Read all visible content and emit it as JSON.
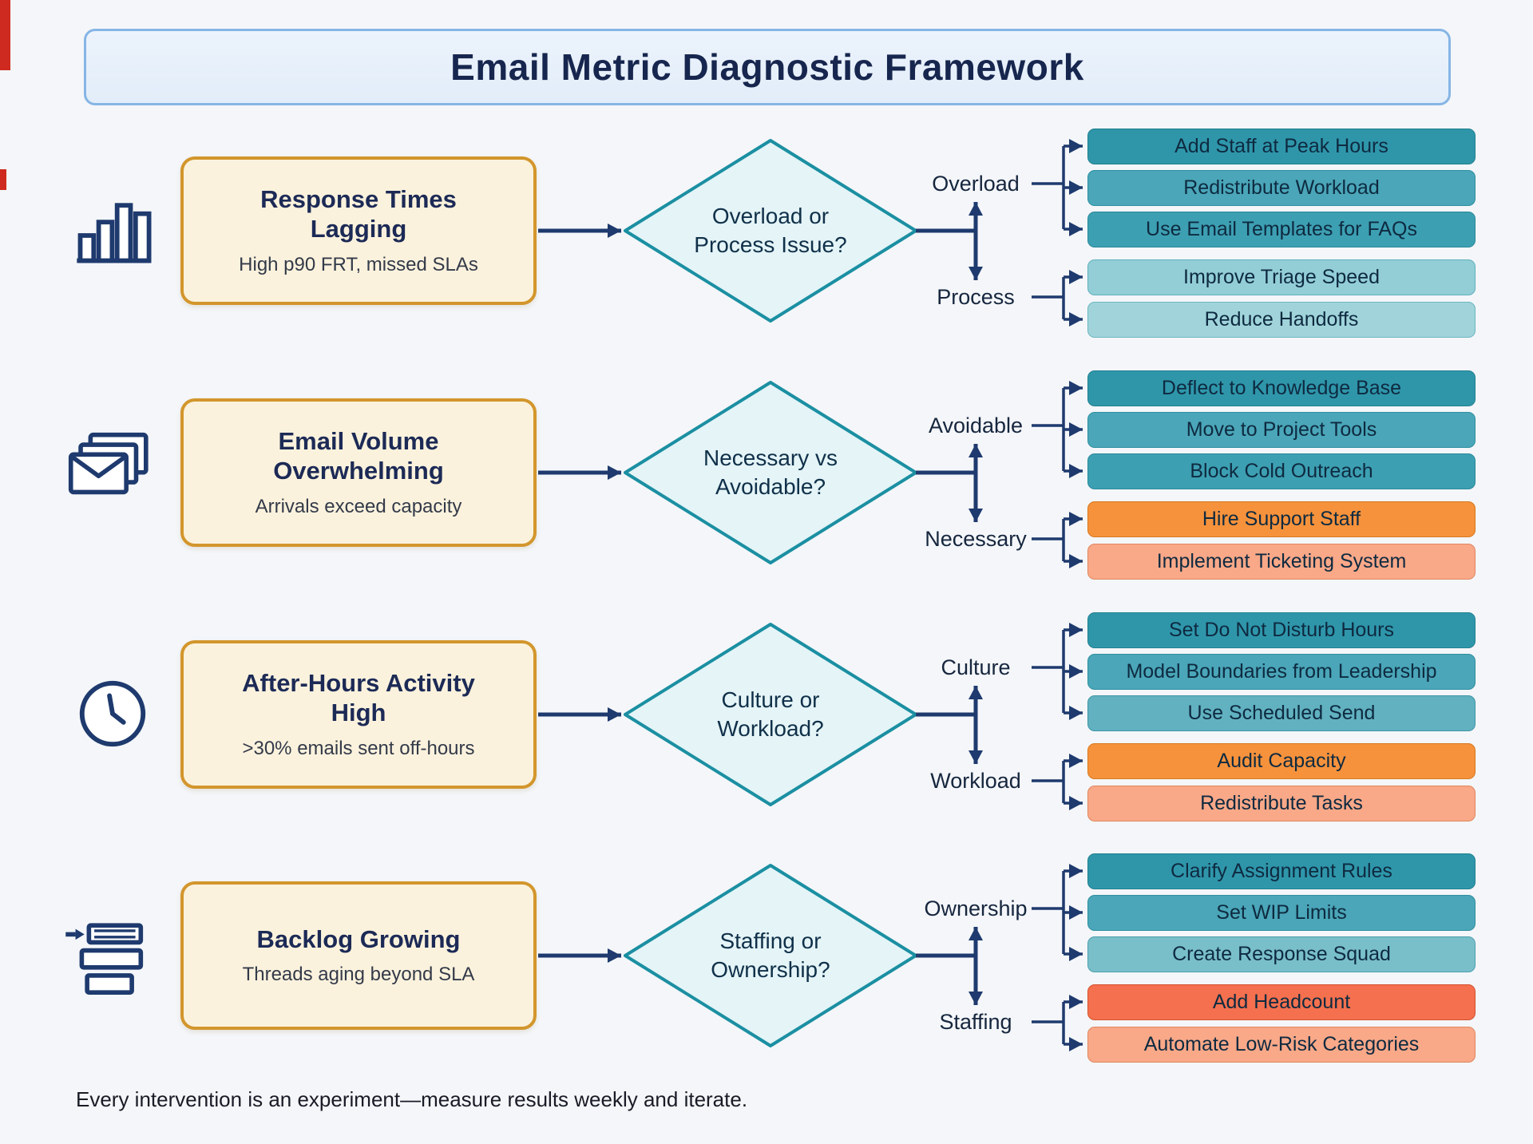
{
  "title": "Email Metric Diagnostic Framework",
  "footer": "Every intervention is an experiment—measure results weekly and iterate.",
  "palette": {
    "background": "#f4f6f9",
    "navy_arrow": "#1e3a6e",
    "title_bg": "#e9f1fb",
    "title_border": "#86b5e5",
    "problem_bg": "#fbf2dd",
    "problem_border": "#d3962c",
    "diamond_bg": "#e4f4f7",
    "diamond_border": "#1b8fa2",
    "teal_dark": "#2f96aa",
    "teal_mid": "#4aa6b8",
    "teal_light": "#9ad2d9",
    "orange": "#f6923c",
    "salmon": "#f9a888",
    "red_orange": "#f4704e",
    "edge_artifact_red": "#cf2a1f"
  },
  "rows": [
    {
      "icon": "bar-chart-icon",
      "problem": {
        "title": "Response Times Lagging",
        "subtitle": "High p90 FRT, missed SLAs"
      },
      "decision": {
        "line1": "Overload or",
        "line2": "Process Issue?"
      },
      "branch_top": {
        "label": "Overload",
        "actions": [
          "Add Staff at Peak Hours",
          "Redistribute Workload",
          "Use Email Templates for FAQs"
        ]
      },
      "branch_bottom": {
        "label": "Process",
        "actions": [
          "Improve Triage Speed",
          "Reduce Handoffs"
        ]
      }
    },
    {
      "icon": "envelopes-icon",
      "problem": {
        "title": "Email Volume Overwhelming",
        "subtitle": "Arrivals exceed capacity"
      },
      "decision": {
        "line1": "Necessary vs",
        "line2": "Avoidable?"
      },
      "branch_top": {
        "label": "Avoidable",
        "actions": [
          "Deflect to Knowledge Base",
          "Move to Project Tools",
          "Block Cold Outreach"
        ]
      },
      "branch_bottom": {
        "label": "Necessary",
        "actions": [
          "Hire Support Staff",
          "Implement Ticketing System"
        ]
      }
    },
    {
      "icon": "clock-icon",
      "problem": {
        "title": "After-Hours Activity High",
        "subtitle": ">30% emails sent off-hours"
      },
      "decision": {
        "line1": "Culture or",
        "line2": "Workload?"
      },
      "branch_top": {
        "label": "Culture",
        "actions": [
          "Set Do Not Disturb Hours",
          "Model Boundaries from Leadership",
          "Use Scheduled Send"
        ]
      },
      "branch_bottom": {
        "label": "Workload",
        "actions": [
          "Audit Capacity",
          "Redistribute Tasks"
        ]
      }
    },
    {
      "icon": "backlog-icon",
      "problem": {
        "title": "Backlog Growing",
        "subtitle": "Threads aging beyond SLA"
      },
      "decision": {
        "line1": "Staffing or",
        "line2": "Ownership?"
      },
      "branch_top": {
        "label": "Ownership",
        "actions": [
          "Clarify Assignment Rules",
          "Set WIP Limits",
          "Create Response Squad"
        ]
      },
      "branch_bottom": {
        "label": "Staffing",
        "actions": [
          "Add Headcount",
          "Automate Low-Risk Categories"
        ]
      }
    }
  ]
}
